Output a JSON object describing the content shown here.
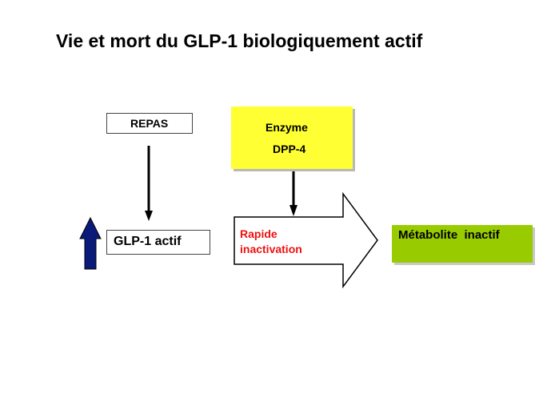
{
  "title": "Vie et mort du GLP-1 biologiquement actif",
  "nodes": {
    "repas": "REPAS",
    "enzyme_line1": "Enzyme",
    "enzyme_line2": "DPP-4",
    "glp1": "GLP-1 actif",
    "rapide_line1": "Rapide",
    "rapide_line2": "inactivation",
    "metabolite": "Métabolite  inactif"
  },
  "colors": {
    "enzyme_fill": "#ffff33",
    "metabolite_fill": "#99cc00",
    "rapide_text": "#ee1111",
    "up_arrow_fill": "#0a1a7a"
  }
}
